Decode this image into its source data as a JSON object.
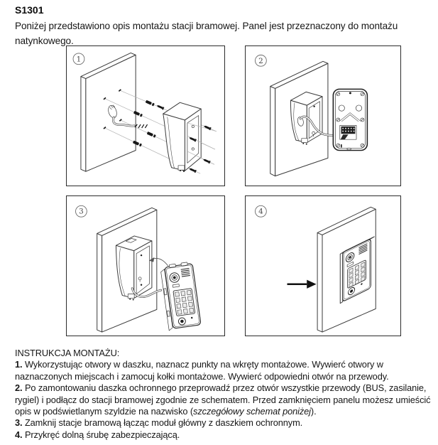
{
  "header": {
    "model": "S1301",
    "intro": "Poniżej przedstawiono opis montażu stacji bramowej. Panel jest przeznaczony do montażu natynkowego."
  },
  "figures": [
    {
      "number": "1"
    },
    {
      "number": "2"
    },
    {
      "number": "3"
    },
    {
      "number": "4"
    }
  ],
  "instructions": {
    "heading": "INSTRUKCJA MONTAŻU:",
    "steps": [
      {
        "number": "1.",
        "pre": " Wykorzystując otwory w daszku, naznacz punkty na wkręty montażowe. Wywierć otwory w naznaczonych miejscach i zamocuj kołki montażowe. Wywierć odpowiedni otwór na przewody.",
        "italic": "",
        "post": ""
      },
      {
        "number": "2.",
        "pre": " Po zamontowaniu daszka ochronnego przeprowadź przez otwór wszystkie przewody (BUS, zasilanie, rygiel) i podłącz do stacji bramowej zgodnie ze schematem. Przed zamknięciem panelu możesz umieścić opis w podświetlanym szyldzie na nazwisko (",
        "italic": "szczegółowy schemat poniżej",
        "post": ")."
      },
      {
        "number": "3.",
        "pre": " Zamknij stacje bramową łącząc moduł główny z daszkiem ochronnym.",
        "italic": "",
        "post": ""
      },
      {
        "number": "4.",
        "pre": " Przykręć dolną śrubę zabezpieczającą.",
        "italic": "",
        "post": ""
      }
    ]
  }
}
